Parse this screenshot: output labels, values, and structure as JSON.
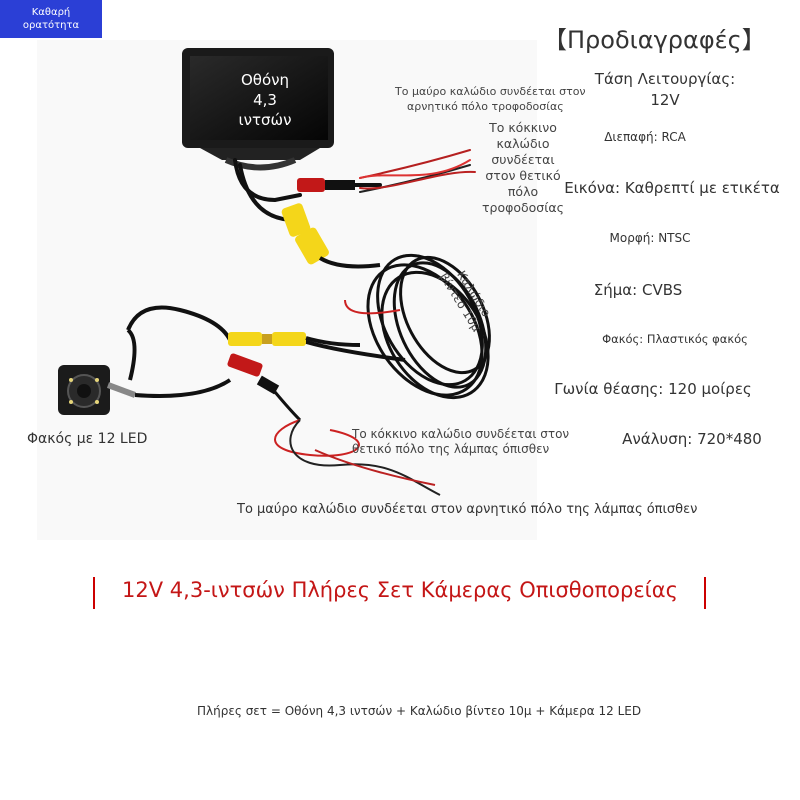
{
  "badge": {
    "line1": "Καθαρή",
    "line2": "ορατότητα"
  },
  "monitor": {
    "line1": "Οθόνη",
    "line2": "4,3",
    "line3": "ιντσών"
  },
  "annotations": {
    "black_wire_power_1": "Το μαύρο καλώδιο συνδέεται στον",
    "black_wire_power_2": "αρνητικό πόλο τροφοδοσίας",
    "red_wire_power": [
      "Το κόκκινο",
      "καλώδιο",
      "συνδέεται",
      "στον θετικό",
      "πόλο",
      "τροφοδοσίας"
    ],
    "video_cable": "Καλώδιο βίντεο 10μ",
    "lens": "Φακός με 12 LED",
    "red_wire_lamp_1": "Το κόκκινο καλώδιο συνδέεται στον",
    "red_wire_lamp_2": "θετικό πόλο της λάμπας όπισθεν",
    "black_wire_lamp": "Το μαύρο καλώδιο συνδέεται στον αρνητικό πόλο της λάμπας όπισθεν"
  },
  "specs": {
    "title": "【Προδιαγραφές】",
    "voltage_label": "Τάση Λειτουργίας:",
    "voltage_value": "12V",
    "interface": "Διεπαφή: RCA",
    "image": "Εικόνα: Καθρεπτί με ετικέτα",
    "format": "Μορφή: NTSC",
    "signal": "Σήμα: CVBS",
    "lens": "Φακός: Πλαστικός φακός",
    "angle": "Γωνία θέασης: 120 μοίρες",
    "resolution": "Ανάλυση: 720*480"
  },
  "banner": "12V 4,3-ιντσών Πλήρες Σετ Κάμερας Οπισθοπορείας",
  "footer": "Πλήρες σετ = Οθόνη 4,3 ιντσών + Καλώδιο βίντεο 10μ + Κάμερα 12 LED"
}
